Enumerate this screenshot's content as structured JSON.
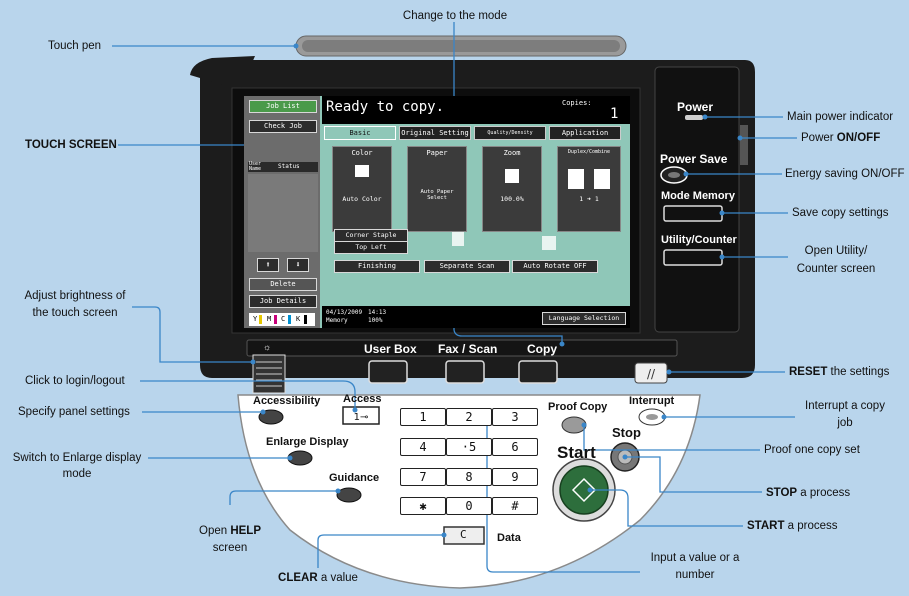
{
  "callouts": {
    "change_mode": "Change to the mode",
    "touch_pen": "Touch pen",
    "touch_screen": "TOUCH SCREEN",
    "main_power_indicator": "Main power indicator",
    "power_on_off_prefix": "Power ",
    "power_on_off_bold": "ON/OFF",
    "energy_saving": "Energy saving ON/OFF",
    "save_copy_settings": "Save copy settings",
    "open_utility_line1": "Open Utility/",
    "open_utility_line2": "Counter screen",
    "adjust_brightness_line1": "Adjust brightness of",
    "adjust_brightness_line2": "the touch screen",
    "click_login": "Click to login/logout",
    "specify_panel": "Specify panel settings",
    "switch_enlarge_line1": "Switch to Enlarge display",
    "switch_enlarge_line2": "mode",
    "open_help_prefix": "Open ",
    "open_help_bold": "HELP",
    "open_help_line2": "screen",
    "clear_bold": "CLEAR",
    "clear_suffix": " a value",
    "reset_bold": "RESET",
    "reset_suffix": " the settings",
    "interrupt_line1": "Interrupt a copy",
    "interrupt_line2": "job",
    "proof_one": "Proof one copy set",
    "stop_bold": "STOP",
    "stop_suffix": " a process",
    "start_bold": "START",
    "start_suffix": " a process",
    "input_line1": "Input a value or a",
    "input_line2": "number"
  },
  "panel": {
    "power": "Power",
    "power_save": "Power Save",
    "mode_memory": "Mode Memory",
    "utility_counter": "Utility/Counter",
    "user_box": "User Box",
    "fax_scan": "Fax / Scan",
    "copy": "Copy",
    "accessibility": "Accessibility",
    "access": "Access",
    "enlarge_display": "Enlarge Display",
    "guidance": "Guidance",
    "proof_copy": "Proof Copy",
    "interrupt": "Interrupt",
    "stop": "Stop",
    "start": "Start",
    "data": "Data",
    "clear_key": "C",
    "keys": [
      "1",
      "2",
      "3",
      "4",
      "·5",
      "6",
      "7",
      "8",
      "9",
      "✱",
      "0",
      "#"
    ]
  },
  "screen": {
    "job_list": "Job List",
    "check_job": "Check Job",
    "col_user": "User Name",
    "col_status": "Status",
    "delete": "Delete",
    "job_details": "Job Details",
    "toner": [
      "Y",
      "M",
      "C",
      "K"
    ],
    "status": "Ready to copy.",
    "copies_label": "Copies:",
    "copies_value": "1",
    "tabs": [
      "Basic",
      "Original Setting",
      "Quality/Density",
      "Application"
    ],
    "tiles": [
      {
        "title": "Color",
        "value": "Auto Color"
      },
      {
        "title": "Paper",
        "value": "Auto Paper Select"
      },
      {
        "title": "Zoom",
        "value": "100.0%"
      },
      {
        "title": "Duplex/Combine",
        "value": "1 ➜ 1"
      }
    ],
    "corner_staple": "Corner Staple",
    "top_left": "Top Left",
    "finishing": "Finishing",
    "separate_scan": "Separate Scan",
    "auto_rotate": "Auto Rotate OFF",
    "date": "04/13/2009",
    "time": "14:13",
    "memory_label": "Memory",
    "memory_value": "100%",
    "language_selection": "Language Selection"
  },
  "colors": {
    "background": "#b9d5ec",
    "body": "#1a1a1a",
    "screen_bg": "#8fc7b8",
    "leader": "#3a86c8",
    "start": "#2d6e3c"
  }
}
